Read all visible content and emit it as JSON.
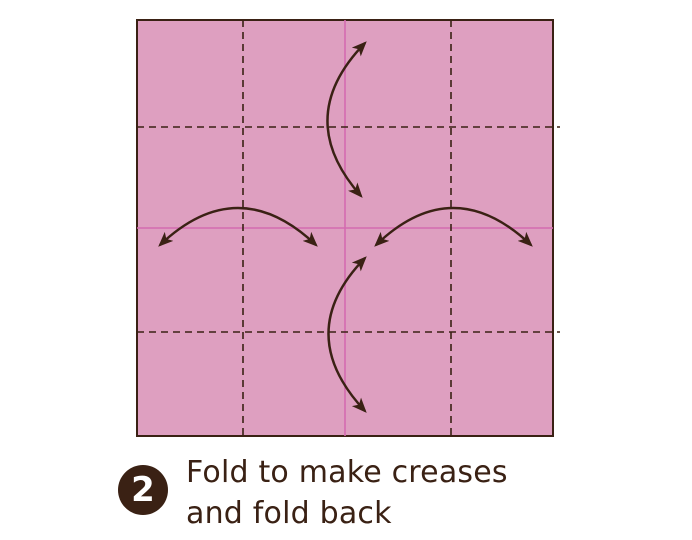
{
  "step": {
    "number": "2",
    "caption_lines": [
      "Fold to make creases",
      "and fold back"
    ]
  },
  "colors": {
    "paper": "#de9fc0",
    "outline": "#3a2114",
    "crease_solid": "#d46bb0",
    "crease_dashed": "#3a2114",
    "arrow": "#3a2114"
  },
  "icons": {
    "fold_arrow": "double-headed-curved-arrow"
  }
}
